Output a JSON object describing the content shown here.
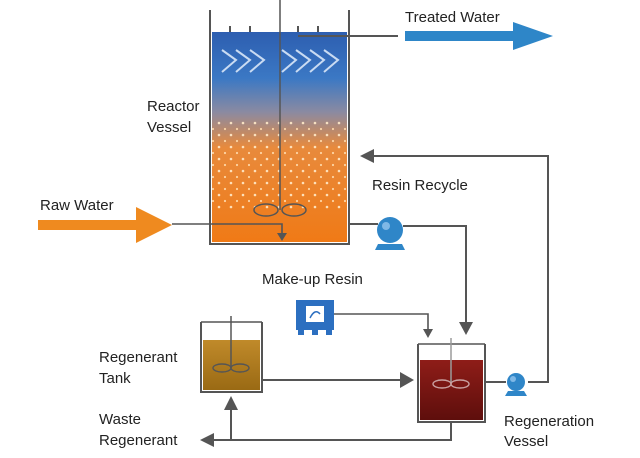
{
  "labels": {
    "treated_water": "Treated Water",
    "reactor_line1": "Reactor",
    "reactor_line2": "Vessel",
    "raw_water": "Raw Water",
    "resin_recycle": "Resin Recycle",
    "makeup_resin": "Make-up Resin",
    "regenerant_line1": "Regenerant",
    "regenerant_line2": "Tank",
    "waste_line1": "Waste",
    "waste_line2": "Regenerant",
    "regeneration_line1": "Regeneration",
    "regeneration_line2": "Vessel"
  },
  "colors": {
    "water_arrow": "#2e86c8",
    "raw_arrow": "#ef8a1f",
    "pipe": "#555555",
    "pump": "#2f86c8",
    "reactor_top": "#2f64b3",
    "reactor_mid": "#7f8aa6",
    "reactor_bottom": "#ef7b1c",
    "regenerant_fill": "#b07a1c",
    "regeneration_fill": "#7a1512",
    "makeup_box": "#2c6fc0"
  },
  "icons": [
    "pump-icon",
    "mixer-icon",
    "makeup-resin-box-icon"
  ]
}
